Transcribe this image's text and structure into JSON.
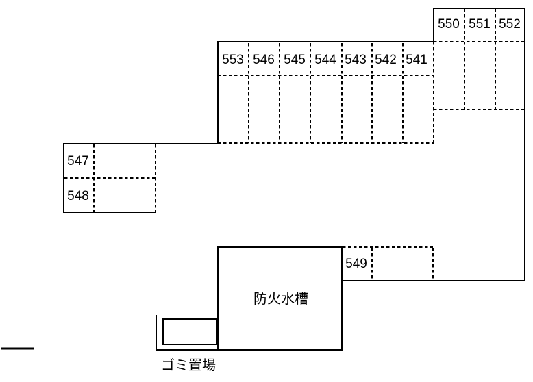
{
  "map": {
    "background_color": "#ffffff",
    "line_color": "#000000",
    "spaces": [
      {
        "number": "550"
      },
      {
        "number": "551"
      },
      {
        "number": "552"
      },
      {
        "number": "553"
      },
      {
        "number": "546"
      },
      {
        "number": "545"
      },
      {
        "number": "544"
      },
      {
        "number": "543"
      },
      {
        "number": "542"
      },
      {
        "number": "541"
      },
      {
        "number": "547"
      },
      {
        "number": "548"
      },
      {
        "number": "549"
      }
    ],
    "areas": {
      "fire_water_tank_label": "防火水槽",
      "garbage_area_label": "ゴミ置場"
    }
  }
}
